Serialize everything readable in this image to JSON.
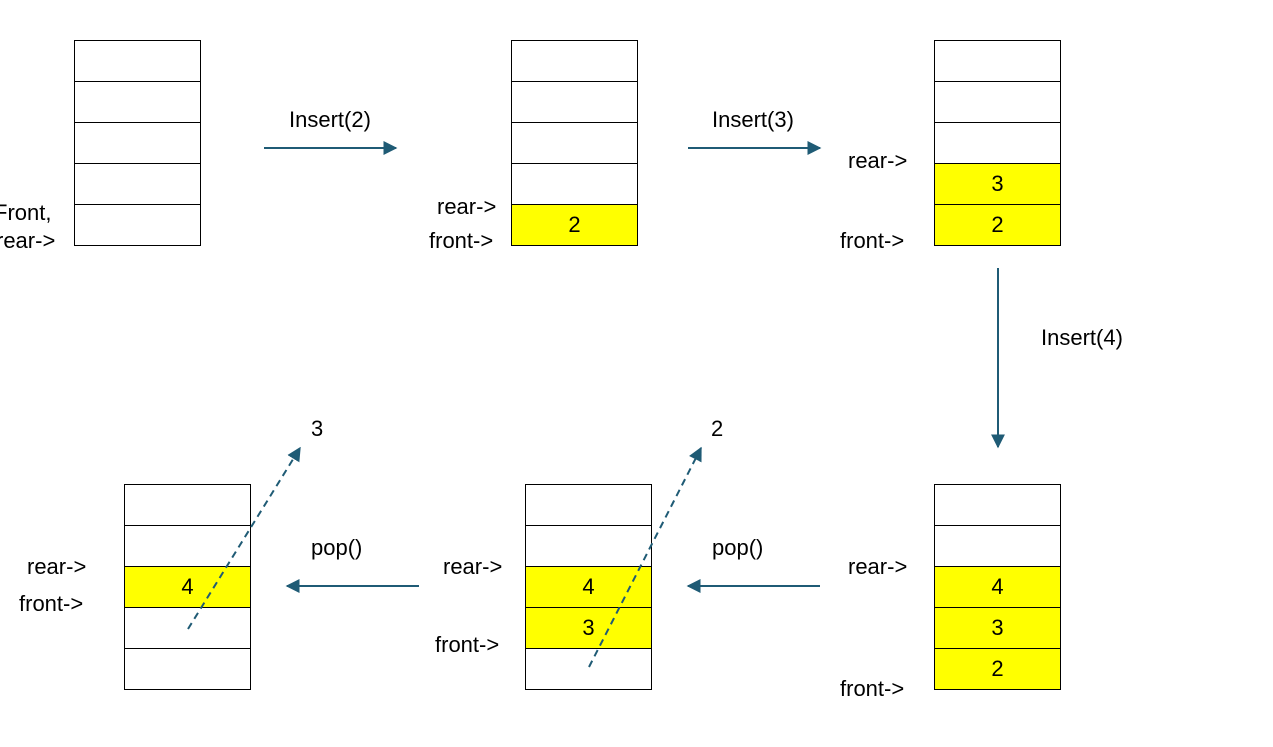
{
  "queues": [
    {
      "id": "q0",
      "cells": [
        "",
        "",
        "",
        "",
        ""
      ]
    },
    {
      "id": "q1",
      "cells": [
        "",
        "",
        "",
        "",
        "2"
      ]
    },
    {
      "id": "q2",
      "cells": [
        "",
        "",
        "",
        "3",
        "2"
      ]
    },
    {
      "id": "q3",
      "cells": [
        "",
        "",
        "4",
        "3",
        "2"
      ]
    },
    {
      "id": "q4",
      "cells": [
        "",
        "",
        "4",
        "3",
        ""
      ]
    },
    {
      "id": "q5",
      "cells": [
        "",
        "",
        "4",
        "",
        ""
      ]
    }
  ],
  "pointer_labels": {
    "q0_front": "Front,",
    "q0_rear": "rear->",
    "q1_rear": "rear->",
    "q1_front": "front->",
    "q2_rear": "rear->",
    "q2_front": "front->",
    "q3_rear": "rear->",
    "q3_front": "front->",
    "q4_rear": "rear->",
    "q4_front": "front->",
    "q5_rear": "rear->",
    "q5_front": "front->"
  },
  "operations": {
    "insert2": "Insert(2)",
    "insert3": "Insert(3)",
    "insert4": "Insert(4)",
    "pop1": "pop()",
    "pop2": "pop()"
  },
  "popped_values": {
    "first": "2",
    "second": "3"
  },
  "colors": {
    "filled_cell": "#ffff00",
    "arrow": "#1f5b75",
    "border": "#000000"
  }
}
